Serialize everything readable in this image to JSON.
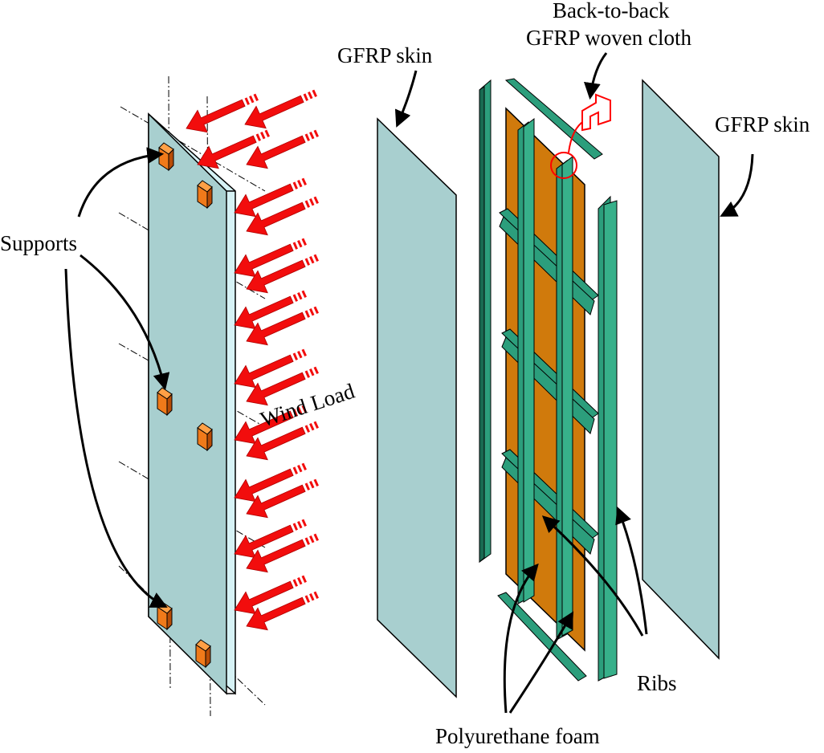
{
  "labels": {
    "supports": "Supports",
    "wind_load": "Wind Load",
    "gfrp_skin_left": "GFRP skin",
    "gfrp_skin_right": "GFRP skin",
    "back_to_back_line1": "Back-to-back",
    "back_to_back_line2": "GFRP woven cloth",
    "ribs": "Ribs",
    "polyurethane_foam": "Polyurethane foam"
  },
  "colors": {
    "panel": "#a8cfcf",
    "panel_edge": "#d6f2f5",
    "support": "#f07a1a",
    "support_dark": "#b84c06",
    "arrow": "#f20d0d",
    "rib": "#2c9e7c",
    "rib_dark": "#196a52",
    "foam": "#d07a0c",
    "highlight": "#ff0000"
  }
}
